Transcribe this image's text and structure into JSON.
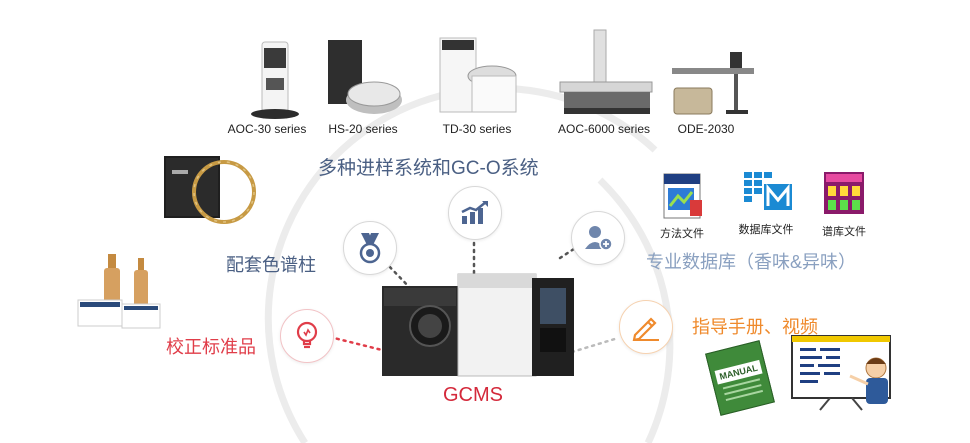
{
  "products": [
    {
      "label": "AOC-30 series"
    },
    {
      "label": "HS-20 series"
    },
    {
      "label": "TD-30 series"
    },
    {
      "label": "AOC-6000 series"
    },
    {
      "label": "ODE-2030"
    }
  ],
  "top_title": "多种进样系统和GC-O系统",
  "left_categories": [
    "配套色谱柱",
    "校正标准品"
  ],
  "right_categories": [
    "专业数据库（香味&异味）",
    "指导手册、视频"
  ],
  "database_files": [
    {
      "label": "方法文件"
    },
    {
      "label": "数据库文件"
    },
    {
      "label": "谱库文件"
    }
  ],
  "center": "GCMS",
  "manual_cover_text": "MANUAL",
  "colors": {
    "blue_text": "#4a5f83",
    "red_text": "#e03d49",
    "orange_text": "#ef8a2c",
    "gcms": "#d4293b",
    "arc": "#ececec",
    "node_icon_blue": "#4d6591"
  }
}
